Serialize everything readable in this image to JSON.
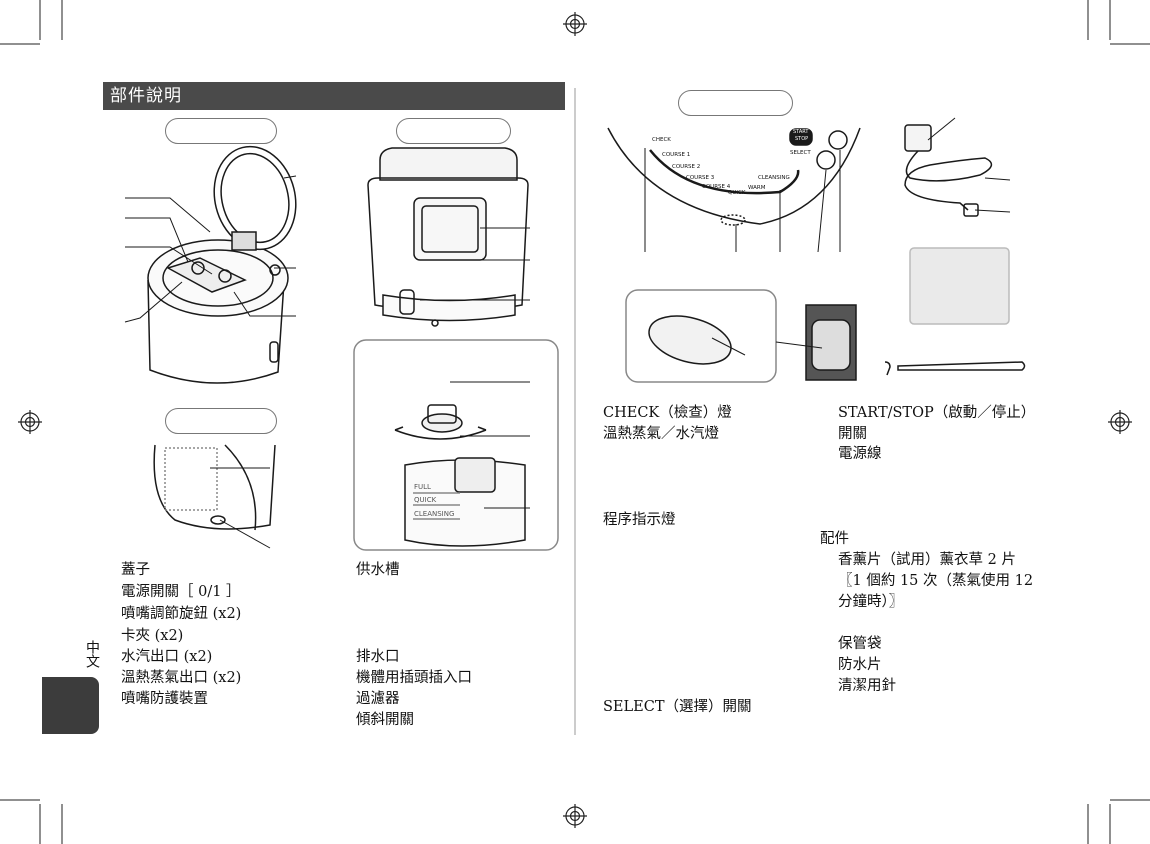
{
  "header": {
    "title": "部件說明"
  },
  "side_tab": {
    "language": "中文"
  },
  "panel_labels": {
    "ink": "#1a1a1a",
    "dark_bar": "#4a4a4a",
    "side_tab_fill": "#3c3c3c"
  },
  "tank_scale": {
    "full": "FULL",
    "quick": "QUICK",
    "cleansing": "CLEANSING"
  },
  "control_panel": {
    "check": "CHECK",
    "start_stop": [
      "START",
      "STOP"
    ],
    "select": "SELECT",
    "course_1": "COURSE 1",
    "course_2": "COURSE 2",
    "course_3": "COURSE 3",
    "course_4": "COURSE 4",
    "quick": "QUICK",
    "warm": "WARM",
    "cleansing": "CLEANSING"
  },
  "left_list": [
    "蓋子",
    "電源開關［ 0/1 ］",
    "噴嘴調節旋鈕 (x2)",
    "卡夾 (x2)",
    "水汽出口 (x2)",
    "溫熱蒸氣出口 (x2)",
    "噴嘴防護裝置"
  ],
  "mid_list": {
    "top": "供水槽",
    "bottom": [
      "排水口",
      "機體用插頭插入口",
      "過濾器",
      "傾斜開關"
    ]
  },
  "right_list_a": {
    "check": "CHECK（檢查）燈",
    "warm": "溫熱蒸氣／水汽燈",
    "course": "程序指示燈",
    "select": "SELECT（選擇）開關"
  },
  "right_list_b": {
    "start": "START/STOP（啟動／停止）",
    "switch": "開關",
    "cord": "電源線",
    "accessories": "配件",
    "aroma": "香薰片（試用）薰衣草 2 片",
    "aroma_note_1": "〖1 個約 15 次（蒸氣使用 12",
    "aroma_note_2": "分鐘時）〗",
    "pouch": "保管袋",
    "sheet": "防水片",
    "needle": "清潔用針"
  }
}
